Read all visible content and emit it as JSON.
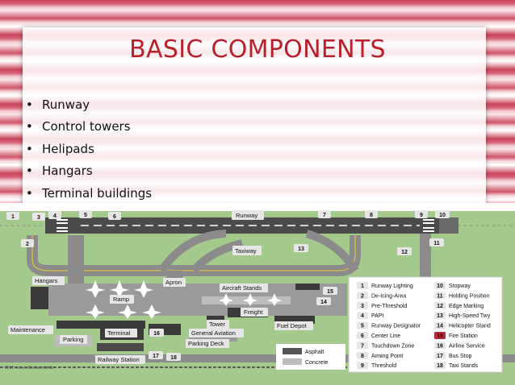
{
  "slide": {
    "title": "BASIC COMPONENTS",
    "bullets": [
      "Runway",
      "Control towers",
      "Helipads",
      "Hangars",
      "Terminal buildings"
    ]
  },
  "diagram": {
    "labels": {
      "runway": "Runway",
      "taxiway": "Taxiway",
      "hangars": "Hangars",
      "apron": "Apron",
      "ramp": "Ramp",
      "aircraft_stands": "Aircraft Stands",
      "freight": "Freight",
      "tower": "Tower",
      "general_aviation": "General Aviation",
      "fuel_depot": "Fuel Depot",
      "maintenance": "Maintenance",
      "parking": "Parking",
      "terminal": "Terminal",
      "parking_deck": "Parking Deck",
      "railway_station": "Railway Station",
      "asphalt": "Asphalt",
      "concrete": "Concrete",
      "watermark": "2012 www.rollierbasmidt.de"
    },
    "markers": [
      "1",
      "2",
      "3",
      "4",
      "5",
      "6",
      "7",
      "8",
      "9",
      "10",
      "11",
      "12",
      "13",
      "14",
      "15",
      "16",
      "17",
      "18"
    ],
    "legend": [
      {
        "num": "1",
        "text": "Runway Lighting"
      },
      {
        "num": "2",
        "text": "De-Icing-Area"
      },
      {
        "num": "3",
        "text": "Pre-Threshold"
      },
      {
        "num": "4",
        "text": "PAPI"
      },
      {
        "num": "5",
        "text": "Runway Designator"
      },
      {
        "num": "6",
        "text": "Center Line"
      },
      {
        "num": "7",
        "text": "Touchdown Zone"
      },
      {
        "num": "8",
        "text": "Aiming Point"
      },
      {
        "num": "9",
        "text": "Threshold"
      },
      {
        "num": "10",
        "text": "Stopway"
      },
      {
        "num": "11",
        "text": "Holding Position"
      },
      {
        "num": "12",
        "text": "Edge Marking"
      },
      {
        "num": "13",
        "text": "High-Speed Twy"
      },
      {
        "num": "14",
        "text": "Helicopter Stand"
      },
      {
        "num": "15",
        "text": "Fire Station"
      },
      {
        "num": "16",
        "text": "Airline Service"
      },
      {
        "num": "17",
        "text": "Bus Stop"
      },
      {
        "num": "18",
        "text": "Taxi Stands"
      }
    ]
  },
  "colors": {
    "title": "#b8202b",
    "marker": "#d64b4b",
    "fire_station": "#c0283a",
    "asphalt": "#555555",
    "concrete": "#bcbcbc",
    "taxiway_edge": "#e7cf2a"
  }
}
